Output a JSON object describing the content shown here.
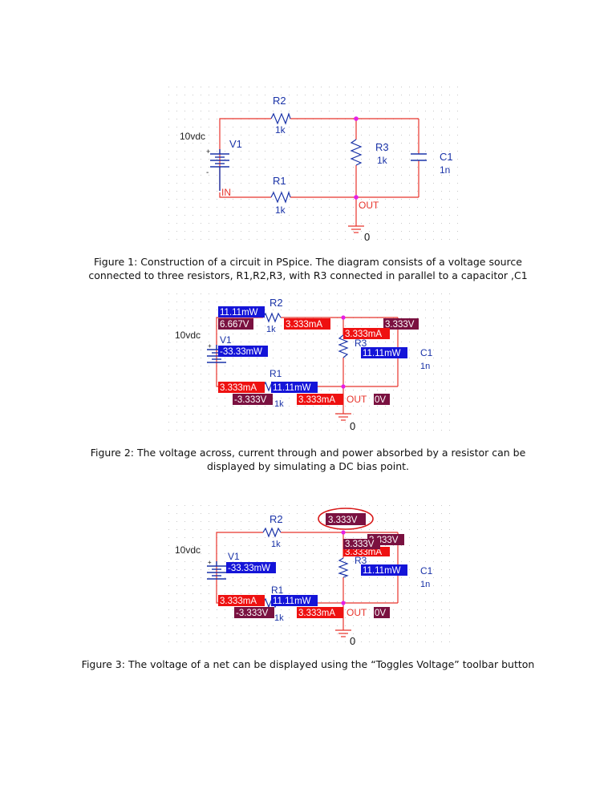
{
  "fig1": {
    "r2": {
      "name": "R2",
      "value": "1k"
    },
    "r1": {
      "name": "R1",
      "value": "1k"
    },
    "r3": {
      "name": "R3",
      "value": "1k"
    },
    "c1": {
      "name": "C1",
      "value": "1n"
    },
    "v1": {
      "name": "V1",
      "dc": "10vdc",
      "plus": "+",
      "minus": "-"
    },
    "net_in": "IN",
    "net_out": "OUT",
    "ground": "0"
  },
  "caption1": "Figure 1: Construction of a circuit in PSpice. The diagram consists of a voltage source connected to three resistors, R1,R2,R3, with R3 connected in parallel to a capacitor ,C1",
  "fig2": {
    "r2": {
      "name": "R2",
      "value": "1k",
      "power": "11.11mW",
      "voltage": "6.667V",
      "current": "3.333mA"
    },
    "r1": {
      "name": "R1",
      "value": "1k",
      "current": "3.333mA",
      "power": "11.11mW",
      "voltage": "-3.333V"
    },
    "r3": {
      "name": "R3",
      "current": "3.333mA",
      "power": "11.11mW"
    },
    "c1": {
      "name": "C1",
      "value": "1n"
    },
    "v1": {
      "name": "V1",
      "dc": "10vdc",
      "power": "-33.33mW",
      "plus": "+"
    },
    "node_top": "3.333V",
    "out_current": "3.333mA",
    "net_out": "OUT",
    "out_voltage": "0V",
    "ground": "0"
  },
  "caption2": "Figure 2: The voltage across, current through and power absorbed by a resistor can be displayed by simulating a DC bias point.",
  "fig3": {
    "r2": {
      "name": "R2",
      "value": "1k"
    },
    "r1": {
      "name": "R1",
      "value": "1k",
      "current": "3.333mA",
      "power": "11.11mW",
      "voltage": "-3.333V"
    },
    "r3": {
      "name": "R3",
      "power": "11.11mW",
      "current": "3.333mA"
    },
    "c1": {
      "name": "C1",
      "value": "1n"
    },
    "v1": {
      "name": "V1",
      "dc": "10vdc",
      "power": "-33.33mW",
      "plus": "+"
    },
    "highlight_voltage": "3.333V",
    "node_v1": "3.333V",
    "node_v2": "3.333V",
    "out_current": "3.333mA",
    "net_out": "OUT",
    "out_voltage": "0V",
    "ground": "0"
  },
  "caption3": "Figure 3: The voltage of a net can be displayed using the “Toggles Voltage” toolbar button",
  "colors": {
    "wire": "#e8342c",
    "junction": "#e61fe6",
    "label": "#1a33a8",
    "current_bg": "#ee1111",
    "power_bg": "#1414d8",
    "voltage_bg": "#7a1140",
    "ground": "#e8342c"
  }
}
